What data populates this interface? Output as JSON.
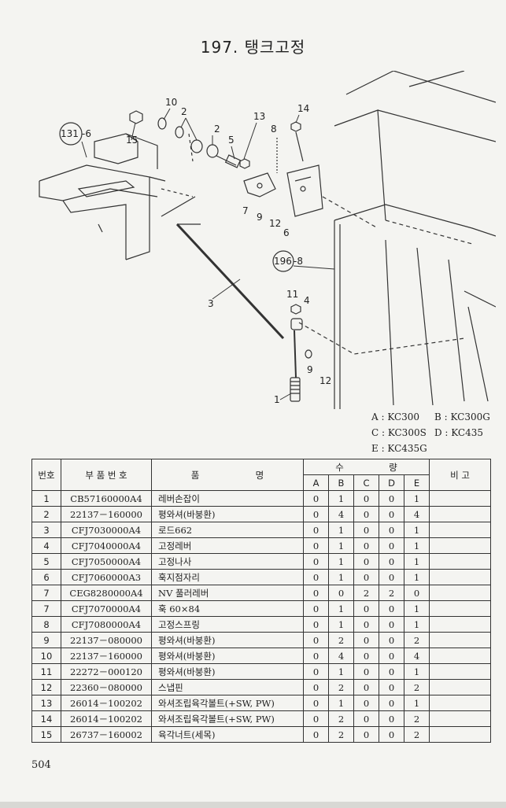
{
  "page": {
    "title": "197. 탱크고정",
    "page_number": "504"
  },
  "diagram": {
    "callouts": [
      "131",
      "-6",
      "15",
      "10",
      "2",
      "2",
      "5",
      "13",
      "8",
      "14",
      "7",
      "9",
      "12",
      "6",
      "196",
      "-8",
      "3",
      "11",
      "4",
      "9",
      "12",
      "1"
    ]
  },
  "models": [
    {
      "left": "A : KC300",
      "right": "B : KC300G"
    },
    {
      "left": "C : KC300S",
      "right": "D : KC435"
    },
    {
      "left": "E : KC435G",
      "right": ""
    }
  ],
  "table": {
    "headers": {
      "no": "번호",
      "part_no": "부 품 번 호",
      "name_a": "품",
      "name_b": "명",
      "qty_a": "수",
      "qty_b": "량",
      "remark": "비  고",
      "cols": [
        "A",
        "B",
        "C",
        "D",
        "E"
      ]
    },
    "rows": [
      {
        "no": "1",
        "part": "CB57160000A4",
        "name": "레버손잡이",
        "q": [
          "0",
          "1",
          "0",
          "0",
          "1"
        ]
      },
      {
        "no": "2",
        "part": "22137－160000",
        "name": "평와셔(바붕환)",
        "q": [
          "0",
          "4",
          "0",
          "0",
          "4"
        ]
      },
      {
        "no": "3",
        "part": "CFJ7030000A4",
        "name": "로드662",
        "q": [
          "0",
          "1",
          "0",
          "0",
          "1"
        ]
      },
      {
        "no": "4",
        "part": "CFJ7040000A4",
        "name": "고정레버",
        "q": [
          "0",
          "1",
          "0",
          "0",
          "1"
        ]
      },
      {
        "no": "5",
        "part": "CFJ7050000A4",
        "name": "고정나사",
        "q": [
          "0",
          "1",
          "0",
          "0",
          "1"
        ]
      },
      {
        "no": "6",
        "part": "CFJ7060000A3",
        "name": "훅지점자리",
        "q": [
          "0",
          "1",
          "0",
          "0",
          "1"
        ]
      },
      {
        "no": "7",
        "part": "CEG8280000A4",
        "name": "NV 풀러레버",
        "q": [
          "0",
          "0",
          "2",
          "2",
          "0"
        ]
      },
      {
        "no": "7",
        "part": "CFJ7070000A4",
        "name": "훅 60×84",
        "q": [
          "0",
          "1",
          "0",
          "0",
          "1"
        ]
      },
      {
        "no": "8",
        "part": "CFJ7080000A4",
        "name": "고정스프링",
        "q": [
          "0",
          "1",
          "0",
          "0",
          "1"
        ]
      },
      {
        "no": "9",
        "part": "22137－080000",
        "name": "평와셔(바붕환)",
        "q": [
          "0",
          "2",
          "0",
          "0",
          "2"
        ]
      },
      {
        "no": "10",
        "part": "22137－160000",
        "name": "평와셔(바붕환)",
        "q": [
          "0",
          "4",
          "0",
          "0",
          "4"
        ]
      },
      {
        "no": "11",
        "part": "22272－000120",
        "name": "평와셔(바붕환)",
        "q": [
          "0",
          "1",
          "0",
          "0",
          "1"
        ]
      },
      {
        "no": "12",
        "part": "22360－080000",
        "name": "스냅핀",
        "q": [
          "0",
          "2",
          "0",
          "0",
          "2"
        ]
      },
      {
        "no": "13",
        "part": "26014－100202",
        "name": "와셔조립육각볼트(+SW, PW)",
        "q": [
          "0",
          "1",
          "0",
          "0",
          "1"
        ]
      },
      {
        "no": "14",
        "part": "26014－100202",
        "name": "와셔조립육각볼트(+SW, PW)",
        "q": [
          "0",
          "2",
          "0",
          "0",
          "2"
        ]
      },
      {
        "no": "15",
        "part": "26737－160002",
        "name": "육각너트(세목)",
        "q": [
          "0",
          "2",
          "0",
          "0",
          "2"
        ]
      }
    ]
  }
}
